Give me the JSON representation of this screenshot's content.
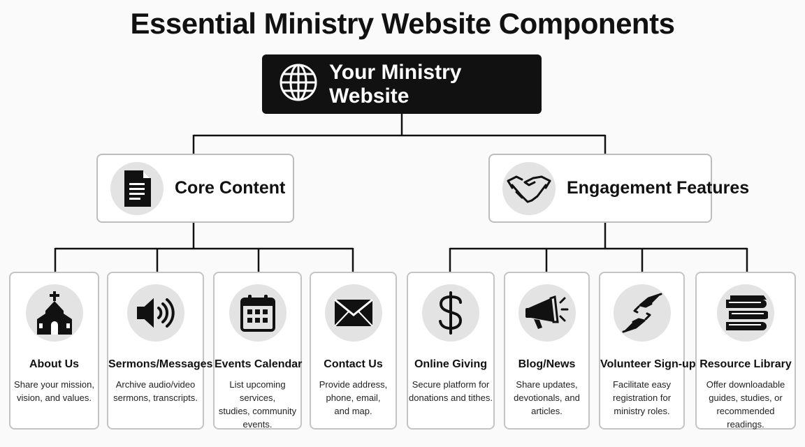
{
  "title": "Essential Ministry Website Components",
  "root": {
    "label": "Your Ministry Website",
    "icon": "globe-icon"
  },
  "branches": [
    {
      "label": "Core Content",
      "icon": "document-icon",
      "items": [
        {
          "title": "About Us",
          "icon": "church-icon",
          "desc": [
            "Share your mission,",
            "vision, and values."
          ]
        },
        {
          "title": "Sermons/Messages",
          "icon": "speaker-icon",
          "desc": [
            "Archive audio/video",
            "sermons, transcripts."
          ]
        },
        {
          "title": "Events Calendar",
          "icon": "calendar-icon",
          "desc": [
            "List upcoming services,",
            "studies, community",
            "events."
          ]
        },
        {
          "title": "Contact Us",
          "icon": "envelope-icon",
          "desc": [
            "Provide address,",
            "phone, email,",
            "and map."
          ]
        }
      ]
    },
    {
      "label": "Engagement Features",
      "icon": "handshake-icon",
      "items": [
        {
          "title": "Online Giving",
          "icon": "dollar-icon",
          "desc": [
            "Secure platform for",
            "donations and tithes."
          ]
        },
        {
          "title": "Blog/News",
          "icon": "megaphone-icon",
          "desc": [
            "Share updates,",
            "devotionals, and",
            "articles."
          ]
        },
        {
          "title": "Volunteer Sign-up",
          "icon": "helping-hands-icon",
          "desc": [
            "Facilitate easy",
            "registration for",
            "ministry roles."
          ]
        },
        {
          "title": "Resource Library",
          "icon": "books-icon",
          "desc": [
            "Offer downloadable",
            "guides, studies, or",
            "recommended readings."
          ]
        }
      ]
    }
  ]
}
